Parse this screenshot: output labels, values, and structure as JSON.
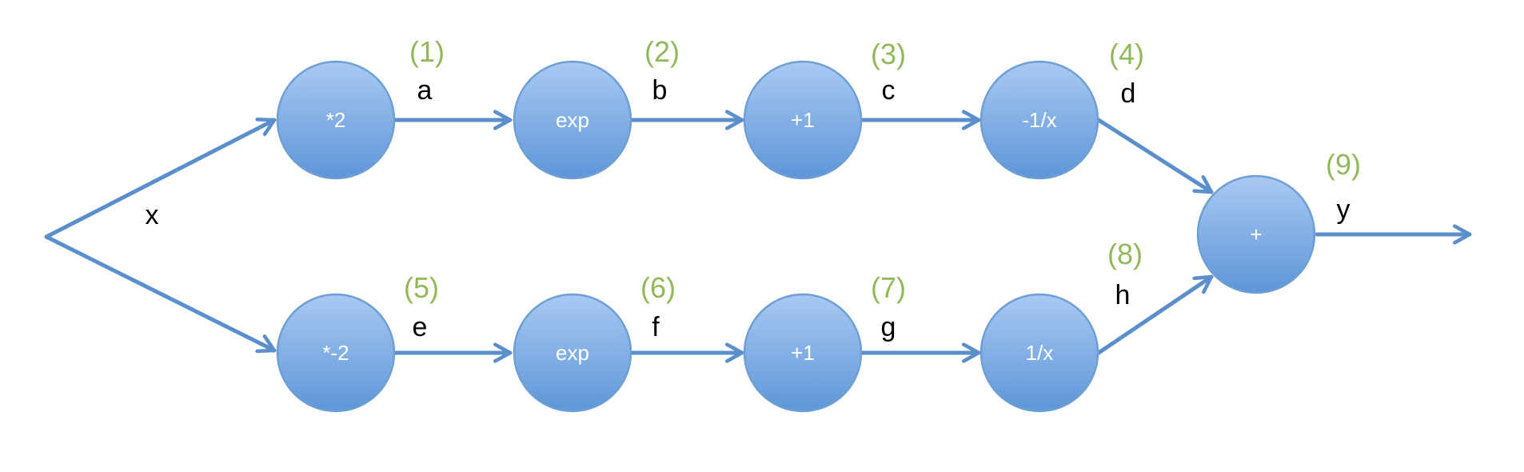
{
  "colors": {
    "node_fill_top": "#a9c9f2",
    "node_fill_bottom": "#5e96d9",
    "node_stroke": "#6e9fd4",
    "edge": "#5b8fcc",
    "step_label": "#92b85a",
    "variable_label": "#000000"
  },
  "nodes": [
    {
      "label": "*2"
    },
    {
      "label": "exp"
    },
    {
      "label": "+1"
    },
    {
      "label": "-1/x"
    },
    {
      "label": "*-2"
    },
    {
      "label": "exp"
    },
    {
      "label": "+1"
    },
    {
      "label": "1/x"
    },
    {
      "label": "+"
    }
  ],
  "variables": [
    "x",
    "a",
    "b",
    "c",
    "d",
    "e",
    "f",
    "g",
    "h",
    "y"
  ],
  "steps": [
    "(1)",
    "(2)",
    "(3)",
    "(4)",
    "(5)",
    "(6)",
    "(7)",
    "(8)",
    "(9)"
  ]
}
